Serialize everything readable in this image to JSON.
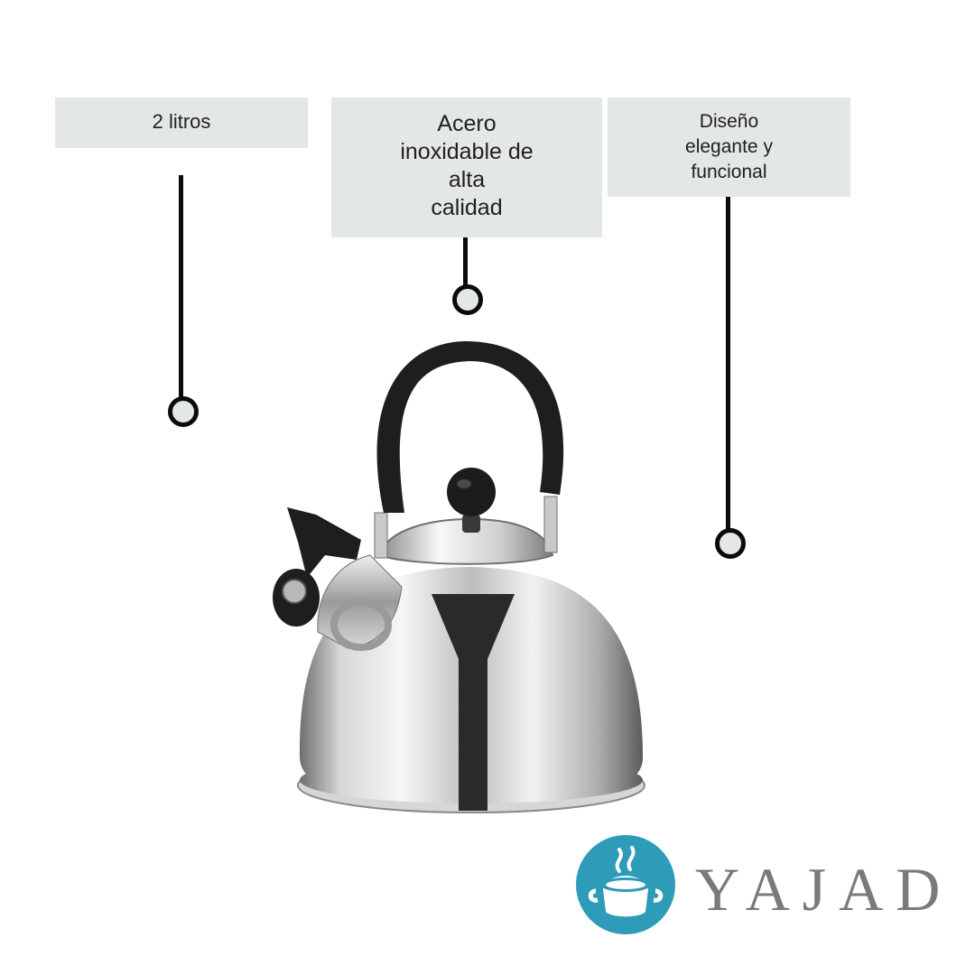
{
  "callouts": [
    {
      "text": "2 litros"
    },
    {
      "text": "Acero\ninoxidable de\nalta\ncalidad"
    },
    {
      "text": "Diseño\nelegante y\nfuncional"
    }
  ],
  "brand": {
    "name": "YAJAD",
    "accent": "#2e9bb8",
    "text_color": "#7a7a7a"
  },
  "colors": {
    "callout_bg": "#e3e8e4",
    "leader": "#0b0b0b"
  },
  "product": {
    "image": "stainless-steel-whistling-kettle"
  }
}
